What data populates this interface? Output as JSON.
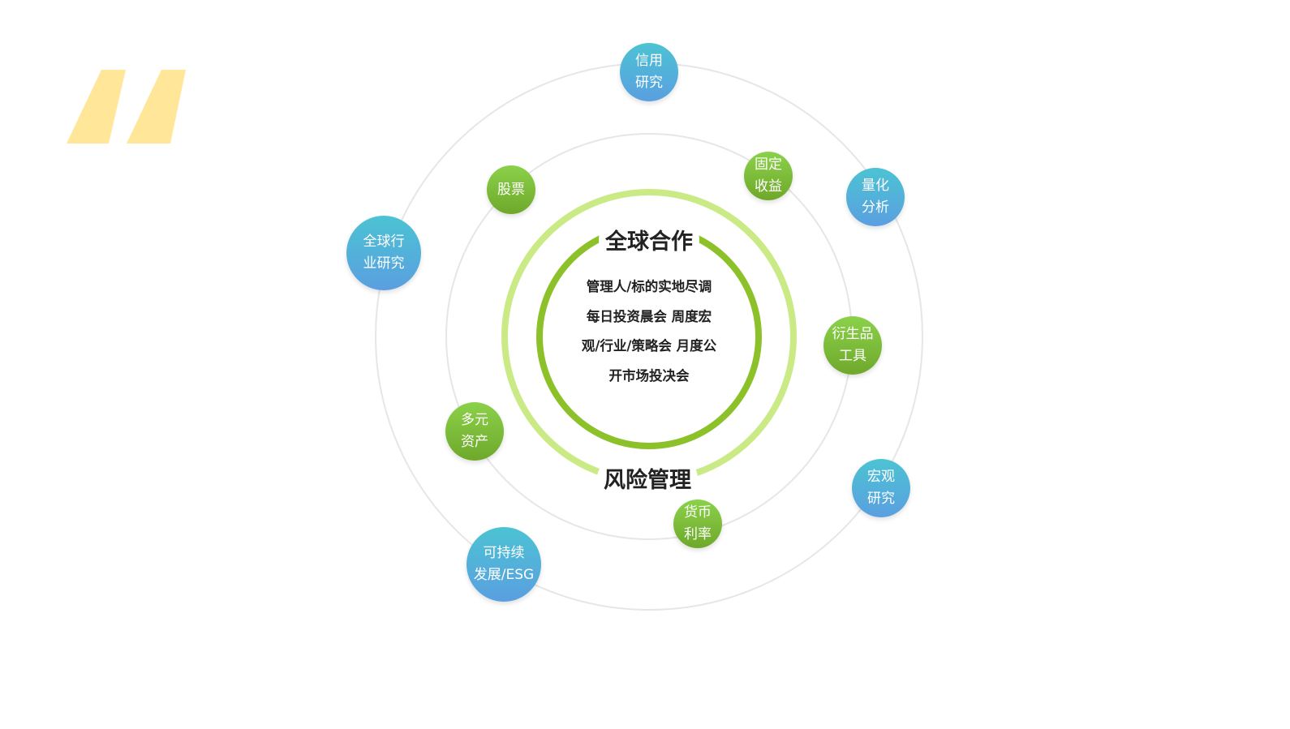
{
  "center": {
    "top_title": "全球合作",
    "bottom_title": "风险管理",
    "lines": [
      "管理人/标的实地尽调",
      "每日投资晨会 周度宏",
      "观/行业/策略会 月度公",
      "开市场投决会"
    ]
  },
  "bubbles": [
    {
      "lines": [
        "信用",
        "研究"
      ],
      "style": "blue"
    },
    {
      "lines": [
        "量化",
        "分析"
      ],
      "style": "blue"
    },
    {
      "lines": [
        "衍生品",
        "工具"
      ],
      "style": "green"
    },
    {
      "lines": [
        "宏观",
        "研究"
      ],
      "style": "blue"
    },
    {
      "lines": [
        "货币",
        "利率"
      ],
      "style": "green"
    },
    {
      "lines": [
        "可持续",
        "发展/ESG"
      ],
      "style": "blue"
    },
    {
      "lines": [
        "多元",
        "资产"
      ],
      "style": "green"
    },
    {
      "lines": [
        "全球行",
        "业研究"
      ],
      "style": "blue"
    },
    {
      "lines": [
        "股票"
      ],
      "style": "green"
    },
    {
      "lines": [
        "固定",
        "收益"
      ],
      "style": "green"
    }
  ],
  "colors": {
    "quote": "#FFE699",
    "ring_light": "#c9ea84",
    "ring_dark": "#8cc12a",
    "orbit": "#e6e6e6"
  }
}
